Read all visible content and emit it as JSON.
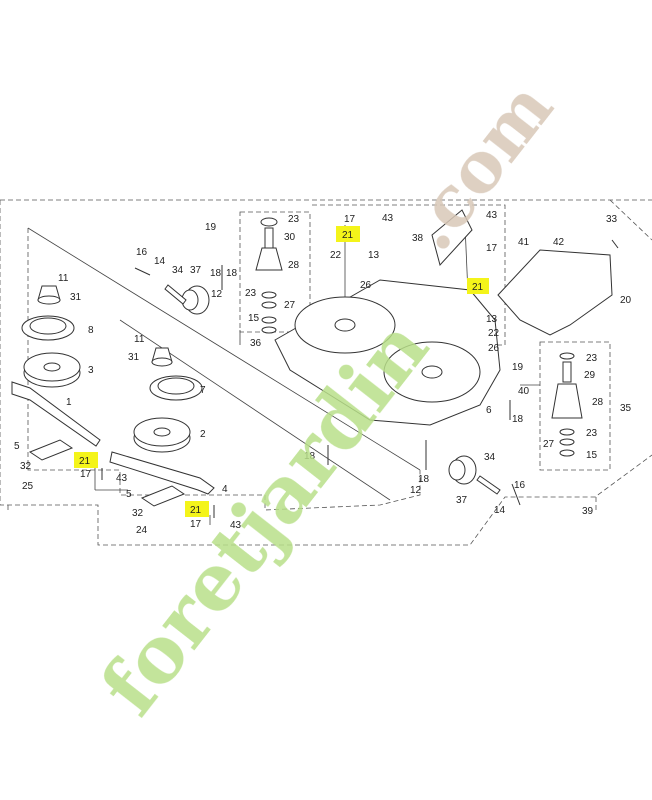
{
  "watermark": {
    "text_main": "foretjardin",
    "text_suffix": ".com",
    "color_green": "#b9e08a",
    "color_orange": "#f3c07a",
    "color_brown": "#d8c8b8"
  },
  "highlight_color": "#f4f41a",
  "callouts": [
    {
      "id": "c1",
      "text": "1"
    },
    {
      "id": "c2",
      "text": "2"
    },
    {
      "id": "c3",
      "text": "3"
    },
    {
      "id": "c4",
      "text": "4"
    },
    {
      "id": "c5a",
      "text": "5"
    },
    {
      "id": "c5b",
      "text": "5"
    },
    {
      "id": "c6",
      "text": "6"
    },
    {
      "id": "c7",
      "text": "7"
    },
    {
      "id": "c8",
      "text": "8"
    },
    {
      "id": "c11a",
      "text": "11"
    },
    {
      "id": "c11b",
      "text": "11"
    },
    {
      "id": "c12a",
      "text": "12"
    },
    {
      "id": "c12b",
      "text": "12"
    },
    {
      "id": "c13a",
      "text": "13"
    },
    {
      "id": "c13b",
      "text": "13"
    },
    {
      "id": "c14a",
      "text": "14"
    },
    {
      "id": "c14b",
      "text": "14"
    },
    {
      "id": "c15a",
      "text": "15"
    },
    {
      "id": "c15b",
      "text": "15"
    },
    {
      "id": "c16a",
      "text": "16"
    },
    {
      "id": "c16b",
      "text": "16"
    },
    {
      "id": "c17a",
      "text": "17"
    },
    {
      "id": "c17b",
      "text": "17"
    },
    {
      "id": "c17c",
      "text": "17"
    },
    {
      "id": "c17d",
      "text": "17"
    },
    {
      "id": "c18a",
      "text": "18"
    },
    {
      "id": "c18b",
      "text": "18"
    },
    {
      "id": "c18c",
      "text": "18"
    },
    {
      "id": "c18d",
      "text": "18"
    },
    {
      "id": "c18e",
      "text": "18"
    },
    {
      "id": "c19a",
      "text": "19"
    },
    {
      "id": "c19b",
      "text": "19"
    },
    {
      "id": "c20",
      "text": "20"
    },
    {
      "id": "c22a",
      "text": "22"
    },
    {
      "id": "c22b",
      "text": "22"
    },
    {
      "id": "c23a",
      "text": "23"
    },
    {
      "id": "c23b",
      "text": "23"
    },
    {
      "id": "c23c",
      "text": "23"
    },
    {
      "id": "c23d",
      "text": "23"
    },
    {
      "id": "c24",
      "text": "24"
    },
    {
      "id": "c25",
      "text": "25"
    },
    {
      "id": "c26a",
      "text": "26"
    },
    {
      "id": "c26b",
      "text": "26"
    },
    {
      "id": "c27a",
      "text": "27"
    },
    {
      "id": "c27b",
      "text": "27"
    },
    {
      "id": "c28a",
      "text": "28"
    },
    {
      "id": "c28b",
      "text": "28"
    },
    {
      "id": "c29",
      "text": "29"
    },
    {
      "id": "c30",
      "text": "30"
    },
    {
      "id": "c31a",
      "text": "31"
    },
    {
      "id": "c31b",
      "text": "31"
    },
    {
      "id": "c32a",
      "text": "32"
    },
    {
      "id": "c32b",
      "text": "32"
    },
    {
      "id": "c33",
      "text": "33"
    },
    {
      "id": "c34a",
      "text": "34"
    },
    {
      "id": "c34b",
      "text": "34"
    },
    {
      "id": "c35",
      "text": "35"
    },
    {
      "id": "c36",
      "text": "36"
    },
    {
      "id": "c37a",
      "text": "37"
    },
    {
      "id": "c37b",
      "text": "37"
    },
    {
      "id": "c38",
      "text": "38"
    },
    {
      "id": "c39",
      "text": "39"
    },
    {
      "id": "c40",
      "text": "40"
    },
    {
      "id": "c41",
      "text": "41"
    },
    {
      "id": "c42",
      "text": "42"
    },
    {
      "id": "c43a",
      "text": "43"
    },
    {
      "id": "c43b",
      "text": "43"
    },
    {
      "id": "c43c",
      "text": "43"
    },
    {
      "id": "c43d",
      "text": "43"
    }
  ],
  "highlighted_callouts": [
    {
      "id": "h21a",
      "text": "21"
    },
    {
      "id": "h21b",
      "text": "21"
    },
    {
      "id": "h21c",
      "text": "21"
    },
    {
      "id": "h21d",
      "text": "21"
    }
  ]
}
